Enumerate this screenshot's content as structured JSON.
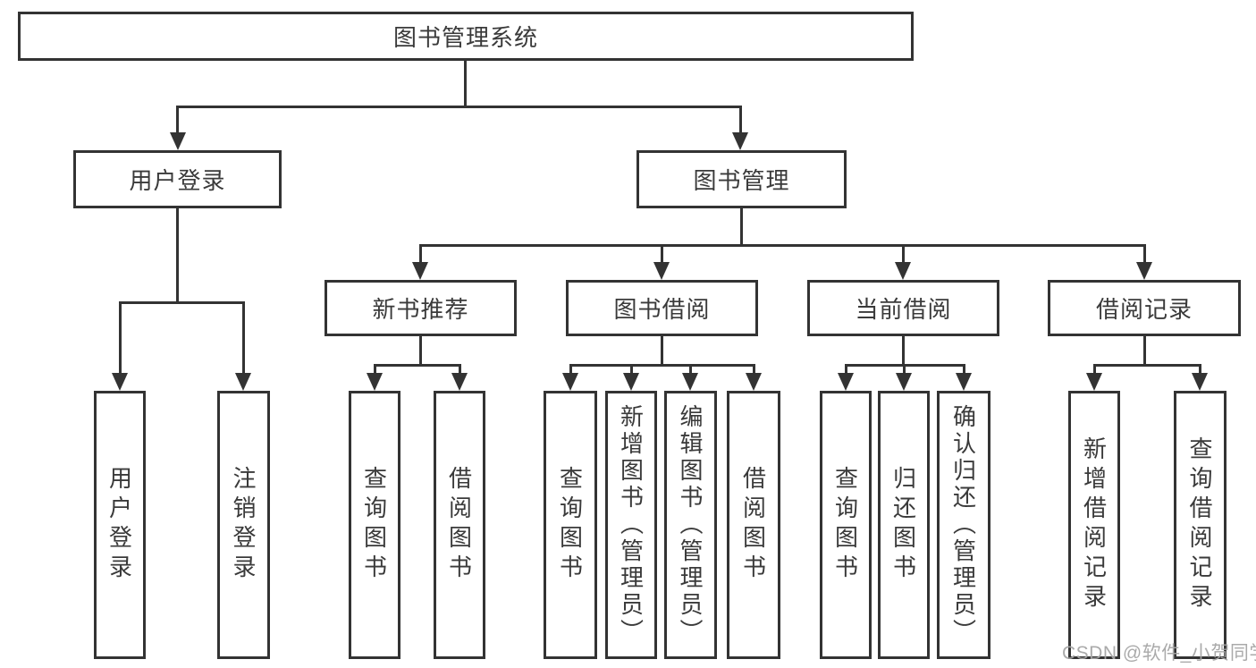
{
  "tree": {
    "root": {
      "label": "图书管理系统",
      "children": [
        {
          "label": "用户登录",
          "children": [
            {
              "label": "用户登录"
            },
            {
              "label": "注销登录"
            }
          ]
        },
        {
          "label": "图书管理",
          "children": [
            {
              "label": "新书推荐",
              "children": [
                {
                  "label": "查询图书"
                },
                {
                  "label": "借阅图书"
                }
              ]
            },
            {
              "label": "图书借阅",
              "children": [
                {
                  "label": "查询图书"
                },
                {
                  "label": "新增图书（管理员）"
                },
                {
                  "label": "编辑图书（管理员）"
                },
                {
                  "label": "借阅图书"
                }
              ]
            },
            {
              "label": "当前借阅",
              "children": [
                {
                  "label": "查询图书"
                },
                {
                  "label": "归还图书"
                },
                {
                  "label": "确认归还（管理员）"
                }
              ]
            },
            {
              "label": "借阅记录",
              "children": [
                {
                  "label": "新增借阅记录"
                },
                {
                  "label": "查询借阅记录"
                }
              ]
            }
          ]
        }
      ]
    }
  },
  "watermark": {
    "text": "CSDN @软件_小贺同学"
  },
  "colors": {
    "line": "#333333",
    "text": "#3a3a3a",
    "watermark": "#a5a5a5",
    "background": "#ffffff"
  }
}
